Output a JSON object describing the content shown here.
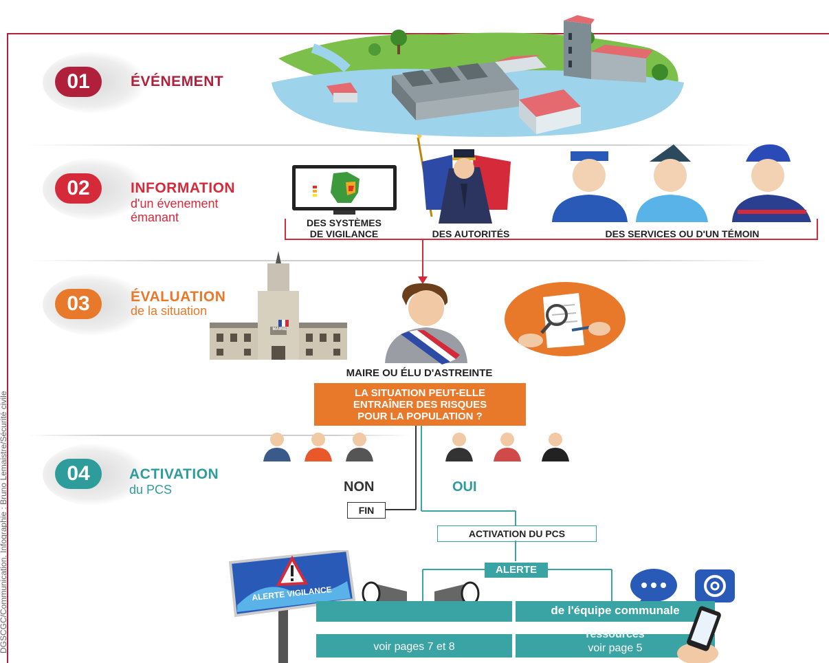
{
  "steps": [
    {
      "number": "01",
      "title": "ÉVÉNEMENT",
      "subtitle": "",
      "color": "#b0203a"
    },
    {
      "number": "02",
      "title": "INFORMATION",
      "subtitle_line1": "d'un évenement",
      "subtitle_line2": "émanant",
      "color": "#d42a3a"
    },
    {
      "number": "03",
      "title": "ÉVALUATION",
      "subtitle_line1": "de la situation",
      "color": "#e8782a"
    },
    {
      "number": "04",
      "title": "ACTIVATION",
      "subtitle_line1": "du PCS",
      "color": "#2f9c9c"
    }
  ],
  "sources": {
    "vigilance_line1": "DES SYSTÈMES",
    "vigilance_line2": "DE VIGILANCE",
    "authorities": "DES AUTORITÉS",
    "services": "DES SERVICES OU D'UN TÉMOIN"
  },
  "evaluation": {
    "mayor_label": "MAIRE OU ÉLU D'ASTREINTE",
    "question_line1": "LA SITUATION PEUT-ELLE",
    "question_line2": "ENTRAÎNER DES RISQUES",
    "question_line3": "POUR LA POPULATION ?",
    "mairie_sign": "MAIRIE"
  },
  "decision": {
    "no_label": "NON",
    "yes_label": "OUI",
    "end_label": "FIN",
    "activation_label": "ACTIVATION DU PCS",
    "alert_label": "ALERTE"
  },
  "bottom": {
    "sign_text": "ALERTE VIGILANCE",
    "team_label": "de l'équipe communale",
    "ressources_label": "ressources",
    "left_pages": "voir pages 7 et 8",
    "right_pages": "voir page 5"
  },
  "credit": "DGSCGC/Communication. Infographie : Bruno Lemaistre/Sécurité civile",
  "colors": {
    "frame": "#b0203a",
    "orange": "#e8782a",
    "teal": "#3aa4a4",
    "line_red": "#d42a3a"
  }
}
